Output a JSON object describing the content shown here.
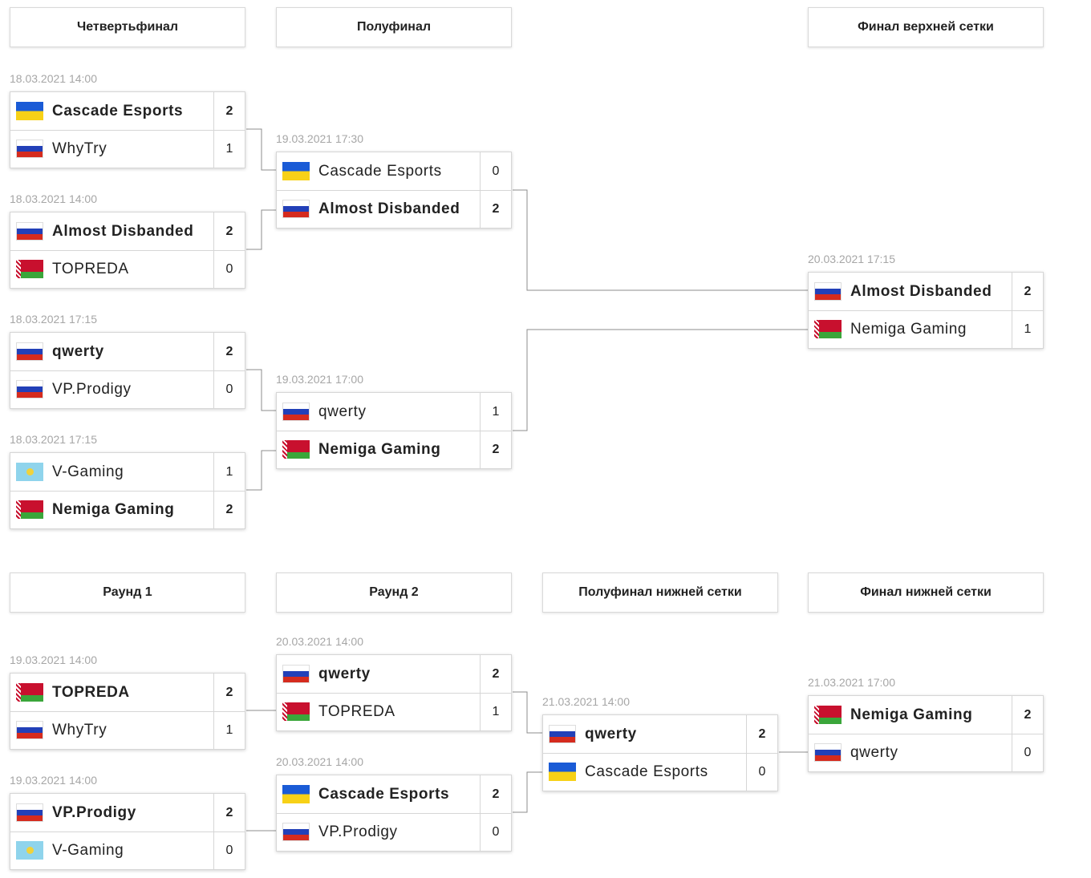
{
  "upper": {
    "headers": [
      "Четвертьфинал",
      "Полуфинал",
      "Финал верхней сетки"
    ],
    "quarterfinals": [
      {
        "date": "18.03.2021 14:00",
        "teams": [
          {
            "name": "Cascade Esports",
            "flag": "ua",
            "score": "2",
            "win": true
          },
          {
            "name": "WhyTry",
            "flag": "ru",
            "score": "1",
            "win": false
          }
        ]
      },
      {
        "date": "18.03.2021 14:00",
        "teams": [
          {
            "name": "Almost Disbanded",
            "flag": "ru",
            "score": "2",
            "win": true
          },
          {
            "name": "TOPREDA",
            "flag": "by",
            "score": "0",
            "win": false
          }
        ]
      },
      {
        "date": "18.03.2021 17:15",
        "teams": [
          {
            "name": "qwerty",
            "flag": "ru",
            "score": "2",
            "win": true
          },
          {
            "name": "VP.Prodigy",
            "flag": "ru",
            "score": "0",
            "win": false
          }
        ]
      },
      {
        "date": "18.03.2021 17:15",
        "teams": [
          {
            "name": "V-Gaming",
            "flag": "kz",
            "score": "1",
            "win": false
          },
          {
            "name": "Nemiga Gaming",
            "flag": "by",
            "score": "2",
            "win": true
          }
        ]
      }
    ],
    "semifinals": [
      {
        "date": "19.03.2021 17:30",
        "teams": [
          {
            "name": "Cascade Esports",
            "flag": "ua",
            "score": "0",
            "win": false
          },
          {
            "name": "Almost Disbanded",
            "flag": "ru",
            "score": "2",
            "win": true
          }
        ]
      },
      {
        "date": "19.03.2021 17:00",
        "teams": [
          {
            "name": "qwerty",
            "flag": "ru",
            "score": "1",
            "win": false
          },
          {
            "name": "Nemiga Gaming",
            "flag": "by",
            "score": "2",
            "win": true
          }
        ]
      }
    ],
    "final": [
      {
        "date": "20.03.2021 17:15",
        "teams": [
          {
            "name": "Almost Disbanded",
            "flag": "ru",
            "score": "2",
            "win": true
          },
          {
            "name": "Nemiga Gaming",
            "flag": "by",
            "score": "1",
            "win": false
          }
        ]
      }
    ]
  },
  "lower": {
    "headers": [
      "Раунд 1",
      "Раунд 2",
      "Полуфинал нижней сетки",
      "Финал нижней сетки"
    ],
    "round1": [
      {
        "date": "19.03.2021 14:00",
        "teams": [
          {
            "name": "TOPREDA",
            "flag": "by",
            "score": "2",
            "win": true
          },
          {
            "name": "WhyTry",
            "flag": "ru",
            "score": "1",
            "win": false
          }
        ]
      },
      {
        "date": "19.03.2021 14:00",
        "teams": [
          {
            "name": "VP.Prodigy",
            "flag": "ru",
            "score": "2",
            "win": true
          },
          {
            "name": "V-Gaming",
            "flag": "kz",
            "score": "0",
            "win": false
          }
        ]
      }
    ],
    "round2": [
      {
        "date": "20.03.2021 14:00",
        "teams": [
          {
            "name": "qwerty",
            "flag": "ru",
            "score": "2",
            "win": true
          },
          {
            "name": "TOPREDA",
            "flag": "by",
            "score": "1",
            "win": false
          }
        ]
      },
      {
        "date": "20.03.2021 14:00",
        "teams": [
          {
            "name": "Cascade Esports",
            "flag": "ua",
            "score": "2",
            "win": true
          },
          {
            "name": "VP.Prodigy",
            "flag": "ru",
            "score": "0",
            "win": false
          }
        ]
      }
    ],
    "semifinal": [
      {
        "date": "21.03.2021 14:00",
        "teams": [
          {
            "name": "qwerty",
            "flag": "ru",
            "score": "2",
            "win": true
          },
          {
            "name": "Cascade Esports",
            "flag": "ua",
            "score": "0",
            "win": false
          }
        ]
      }
    ],
    "final": [
      {
        "date": "21.03.2021 17:00",
        "teams": [
          {
            "name": "Nemiga Gaming",
            "flag": "by",
            "score": "2",
            "win": true
          },
          {
            "name": "qwerty",
            "flag": "ru",
            "score": "0",
            "win": false
          }
        ]
      }
    ]
  }
}
